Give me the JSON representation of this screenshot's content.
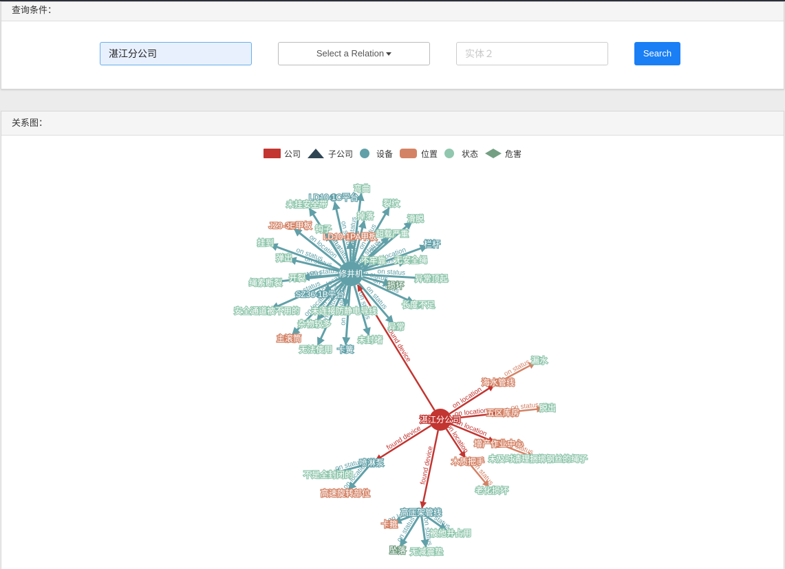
{
  "query": {
    "title": "查询条件：",
    "entity1_value": "湛江分公司",
    "relation_label": "Select a Relation",
    "entity2_placeholder": "实体２",
    "search_label": "Search"
  },
  "graph_panel": {
    "title": "关系图："
  },
  "colors": {
    "company": "#c23531",
    "subcompany": "#2f4554",
    "device": "#61a0a8",
    "location": "#d48265",
    "status": "#91c7ae",
    "hazard": "#749f83",
    "primary": "#1a7ff5"
  },
  "legend": [
    {
      "label": "公司",
      "shape": "rect",
      "color": "#c23531"
    },
    {
      "label": "子公司",
      "shape": "triangle",
      "color": "#2f4554"
    },
    {
      "label": "设备",
      "shape": "circle",
      "color": "#61a0a8"
    },
    {
      "label": "位置",
      "shape": "roundrect",
      "color": "#d48265"
    },
    {
      "label": "状态",
      "shape": "circle",
      "color": "#91c7ae"
    },
    {
      "label": "危害",
      "shape": "diamond",
      "color": "#749f83"
    }
  ],
  "graph": {
    "nodes": [
      {
        "id": "c",
        "name": "湛江分公司",
        "category": "公司"
      },
      {
        "id": "d",
        "name": "修井机",
        "category": "设备"
      },
      {
        "id": "n1",
        "name": "LD10-1C平台",
        "category": "设备"
      },
      {
        "id": "n2",
        "name": "弯曲",
        "category": "状态"
      },
      {
        "id": "n3",
        "name": "未挂安全带",
        "category": "状态"
      },
      {
        "id": "n4",
        "name": "裂纹",
        "category": "状态"
      },
      {
        "id": "n5",
        "name": "JZ9-3E甲板",
        "category": "位置"
      },
      {
        "id": "n6",
        "name": "掉落",
        "category": "状态"
      },
      {
        "id": "n7",
        "name": "滑脱",
        "category": "状态"
      },
      {
        "id": "n8",
        "name": "LD10-1PA甲板",
        "category": "位置"
      },
      {
        "id": "n9",
        "name": "钩子",
        "category": "状态"
      },
      {
        "id": "n10",
        "name": "超载严重",
        "category": "状态"
      },
      {
        "id": "n11",
        "name": "挂到",
        "category": "状态"
      },
      {
        "id": "n12",
        "name": "栏杆",
        "category": "设备"
      },
      {
        "id": "n13",
        "name": "弹出",
        "category": "状态"
      },
      {
        "id": "n14",
        "name": "无安全绳",
        "category": "状态"
      },
      {
        "id": "n15",
        "name": "不牢靠",
        "category": "状态"
      },
      {
        "id": "n16",
        "name": "开裂",
        "category": "状态"
      },
      {
        "id": "n17",
        "name": "异常顶起",
        "category": "状态"
      },
      {
        "id": "n18",
        "name": "绳索断裂",
        "category": "状态"
      },
      {
        "id": "n19",
        "name": "损坏",
        "category": "危害"
      },
      {
        "id": "n20",
        "name": "SZ36-1B平台",
        "category": "设备"
      },
      {
        "id": "n21",
        "name": "长度不足",
        "category": "状态"
      },
      {
        "id": "n22",
        "name": "安全通道被不用的",
        "category": "状态"
      },
      {
        "id": "n23",
        "name": "未连接防静电导线",
        "category": "状态"
      },
      {
        "id": "n24",
        "name": "杂物较多",
        "category": "状态"
      },
      {
        "id": "n25",
        "name": "异常",
        "category": "状态"
      },
      {
        "id": "n26",
        "name": "主滚筒",
        "category": "位置"
      },
      {
        "id": "n27",
        "name": "未封堵",
        "category": "状态"
      },
      {
        "id": "n28",
        "name": "无法使用",
        "category": "状态"
      },
      {
        "id": "n29",
        "name": "卡簧",
        "category": "设备"
      },
      {
        "id": "m1",
        "name": "海水管线",
        "category": "位置"
      },
      {
        "id": "m2",
        "name": "漏水",
        "category": "状态"
      },
      {
        "id": "m3",
        "name": "五区库房",
        "category": "位置"
      },
      {
        "id": "m4",
        "name": "脱出",
        "category": "状态"
      },
      {
        "id": "m5",
        "name": "增产作业中心",
        "category": "位置"
      },
      {
        "id": "m6",
        "name": "未及时清理捆绑钢丝的绳子",
        "category": "状态"
      },
      {
        "id": "m7",
        "name": "木质把手",
        "category": "位置"
      },
      {
        "id": "m8",
        "name": "老化损坏",
        "category": "状态"
      },
      {
        "id": "p",
        "name": "喷淋泵",
        "category": "设备"
      },
      {
        "id": "p1",
        "name": "不是全封闭的",
        "category": "状态"
      },
      {
        "id": "p2",
        "name": "高速旋转部位",
        "category": "位置"
      },
      {
        "id": "q",
        "name": "高压架管线",
        "category": "设备"
      },
      {
        "id": "q1",
        "name": "卡箍",
        "category": "位置"
      },
      {
        "id": "q2",
        "name": "被他井占用",
        "category": "状态"
      },
      {
        "id": "q3",
        "name": "坠落",
        "category": "危害"
      },
      {
        "id": "q4",
        "name": "无减震垫",
        "category": "状态"
      }
    ],
    "links": [
      {
        "source": "c",
        "target": "d",
        "label": "found device"
      },
      {
        "source": "c",
        "target": "p",
        "label": "found device"
      },
      {
        "source": "c",
        "target": "q",
        "label": "found device"
      },
      {
        "source": "c",
        "target": "m1",
        "label": "on location"
      },
      {
        "source": "c",
        "target": "m3",
        "label": "on location"
      },
      {
        "source": "c",
        "target": "m5",
        "label": "on location"
      },
      {
        "source": "c",
        "target": "m7",
        "label": "on location"
      },
      {
        "source": "m1",
        "target": "m2",
        "label": "on status"
      },
      {
        "source": "m3",
        "target": "m4",
        "label": "on status"
      },
      {
        "source": "m5",
        "target": "m6",
        "label": "on status"
      },
      {
        "source": "m7",
        "target": "m8",
        "label": "on status"
      },
      {
        "source": "p",
        "target": "p1",
        "label": "on status"
      },
      {
        "source": "p",
        "target": "p2",
        "label": "on location"
      },
      {
        "source": "q",
        "target": "q1",
        "label": "on location"
      },
      {
        "source": "q",
        "target": "q2",
        "label": "on status"
      },
      {
        "source": "q",
        "target": "q3",
        "label": "on status"
      },
      {
        "source": "q",
        "target": "q4",
        "label": "on status"
      },
      {
        "source": "d",
        "target": "n1",
        "label": "on status"
      },
      {
        "source": "d",
        "target": "n2",
        "label": "on status"
      },
      {
        "source": "d",
        "target": "n3",
        "label": "on status"
      },
      {
        "source": "d",
        "target": "n4",
        "label": "on status"
      },
      {
        "source": "d",
        "target": "n5",
        "label": "on location"
      },
      {
        "source": "d",
        "target": "n6",
        "label": "on status"
      },
      {
        "source": "d",
        "target": "n7",
        "label": "on status"
      },
      {
        "source": "d",
        "target": "n8",
        "label": "on location"
      },
      {
        "source": "d",
        "target": "n9",
        "label": "on status"
      },
      {
        "source": "d",
        "target": "n10",
        "label": "on status"
      },
      {
        "source": "d",
        "target": "n11",
        "label": "on status"
      },
      {
        "source": "d",
        "target": "n12",
        "label": "on location"
      },
      {
        "source": "d",
        "target": "n13",
        "label": "on status"
      },
      {
        "source": "d",
        "target": "n14",
        "label": "on status"
      },
      {
        "source": "d",
        "target": "n15",
        "label": "on status"
      },
      {
        "source": "d",
        "target": "n16",
        "label": "on status"
      },
      {
        "source": "d",
        "target": "n17",
        "label": "on status"
      },
      {
        "source": "d",
        "target": "n18",
        "label": "on status"
      },
      {
        "source": "d",
        "target": "n19",
        "label": "on status"
      },
      {
        "source": "d",
        "target": "n20",
        "label": "on location"
      },
      {
        "source": "d",
        "target": "n21",
        "label": "on status"
      },
      {
        "source": "d",
        "target": "n22",
        "label": "on status"
      },
      {
        "source": "d",
        "target": "n23",
        "label": "on status"
      },
      {
        "source": "d",
        "target": "n24",
        "label": "on status"
      },
      {
        "source": "d",
        "target": "n25",
        "label": "on status"
      },
      {
        "source": "d",
        "target": "n26",
        "label": "on location"
      },
      {
        "source": "d",
        "target": "n27",
        "label": "on status"
      },
      {
        "source": "d",
        "target": "n28",
        "label": "on status"
      },
      {
        "source": "d",
        "target": "n29",
        "label": "on status"
      }
    ]
  }
}
